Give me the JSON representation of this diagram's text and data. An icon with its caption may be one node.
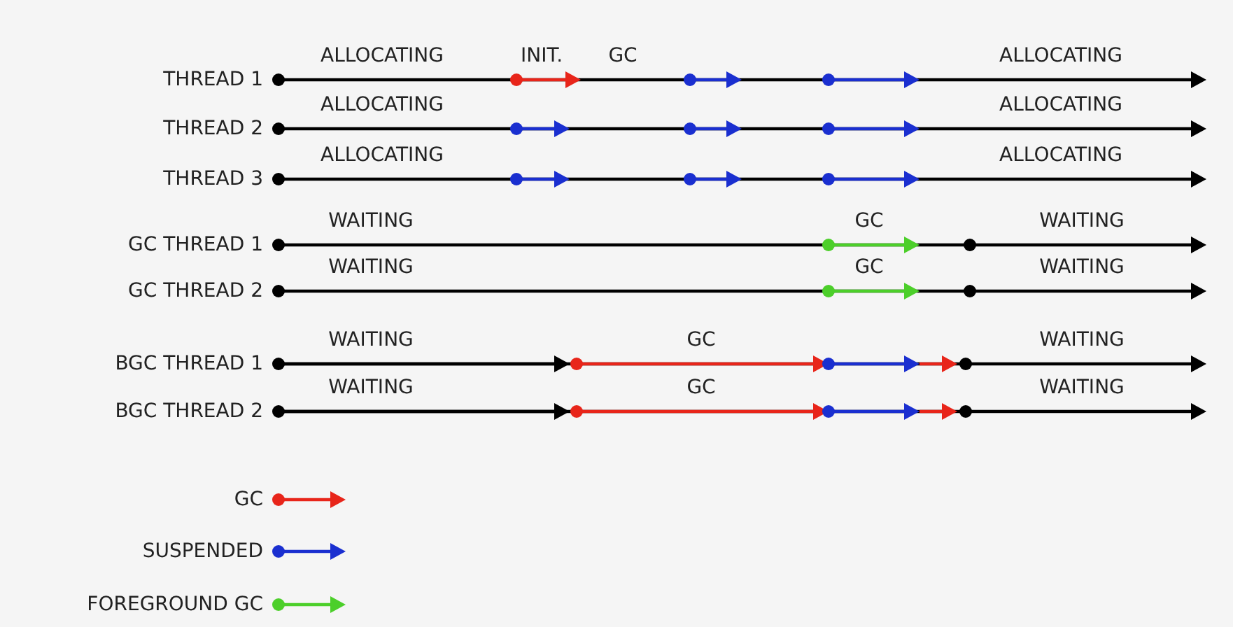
{
  "diagram": {
    "labels": [
      "THREAD 1",
      "ALLOCATING",
      "INIT.",
      "GC",
      "ALLOCATING",
      "THREAD 2",
      "ALLOCATING",
      "ALLOCATING",
      "THREAD 3",
      "ALLOCATING",
      "ALLOCATING",
      "GC THREAD 1",
      "WAITING",
      "GC",
      "WAITING",
      "GC THREAD 2",
      "WAITING",
      "GC",
      "WAITING",
      "BGC THREAD 1",
      "WAITING",
      "GC",
      "WAITING",
      "BGC THREAD 2",
      "WAITING",
      "GC",
      "WAITING"
    ],
    "legend": [
      {
        "text": "GC",
        "color": "#e8251a"
      },
      {
        "text": "SUSPENDED",
        "color": "#1a2fd0"
      },
      {
        "text": "FOREGROUND GC",
        "color": "#4ccf2a"
      }
    ]
  }
}
